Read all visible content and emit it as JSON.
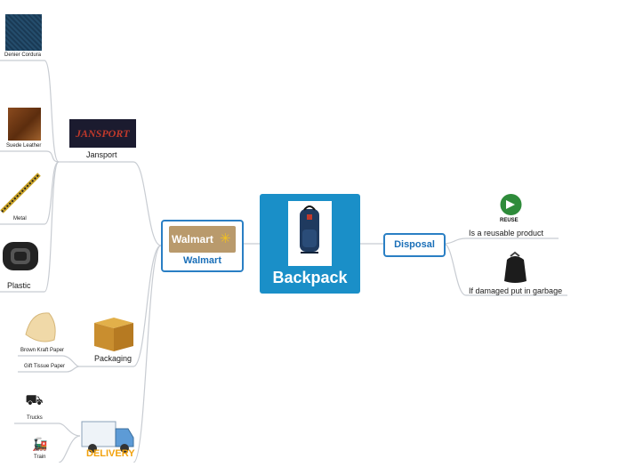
{
  "root": {
    "label": "Backpack"
  },
  "branches": {
    "walmart": {
      "label": "Walmart",
      "logo_text": "Walmart"
    },
    "disposal": {
      "label": "Disposal"
    }
  },
  "jansport": {
    "label": "Jansport",
    "logo_text": "JANSPORT"
  },
  "materials": {
    "denier": "Denier Cordura",
    "suede": "Suede Leather",
    "metal": "Metal",
    "plastic": "Plastic"
  },
  "packaging": {
    "label": "Packaging",
    "kraft": "Brown Kraft Paper",
    "tissue": "Gift Tissue Paper"
  },
  "delivery": {
    "logo_text": "DELIVERY",
    "trucks": "Trucks",
    "train": "Train"
  },
  "disposal_items": {
    "reuse": "Is a reusable product",
    "reuse_logo": "REUSE",
    "garbage": "If damaged put in garbage"
  },
  "colors": {
    "accent": "#1a8fc8",
    "border": "#2a7fc4",
    "line": "#c8ccd2"
  }
}
